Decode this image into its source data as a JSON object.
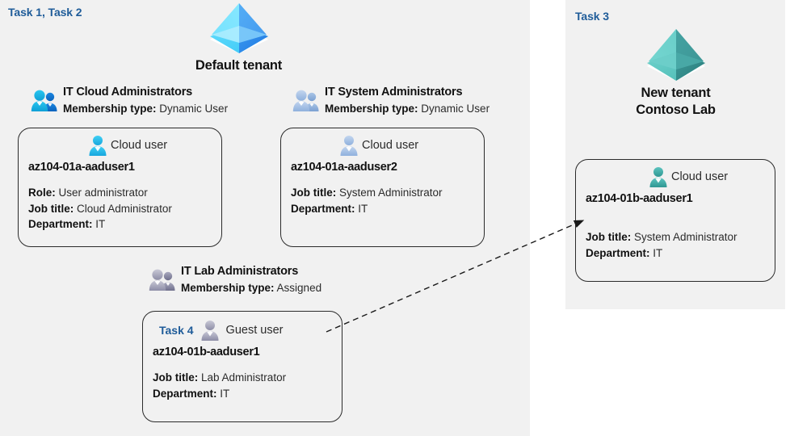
{
  "left_panel": {
    "task_label": "Task 1, Task 2",
    "tenant": {
      "icon": "azure-tenant-icon",
      "caption": "Default tenant"
    },
    "groups": [
      {
        "icon": "group-users-icon",
        "name": "IT Cloud Administrators",
        "membership_label": "Membership type:",
        "membership_value": "Dynamic User",
        "user": {
          "icon": "cloud-user-icon",
          "type": "Cloud user",
          "username": "az104-01a-aaduser1",
          "attributes": [
            {
              "label": "Role:",
              "value": "User administrator"
            },
            {
              "label": "Job title:",
              "value": "Cloud Administrator"
            },
            {
              "label": "Department:",
              "value": "IT"
            }
          ]
        }
      },
      {
        "icon": "group-users-icon",
        "name": "IT System Administrators",
        "membership_label": "Membership type:",
        "membership_value": "Dynamic User",
        "user": {
          "icon": "cloud-user-icon",
          "type": "Cloud user",
          "username": "az104-01a-aaduser2",
          "attributes": [
            {
              "label": "Job title:",
              "value": "System Administrator"
            },
            {
              "label": "Department:",
              "value": "IT"
            }
          ]
        }
      },
      {
        "icon": "group-users-icon",
        "name": "IT Lab Administrators",
        "membership_label": "Membership type:",
        "membership_value": "Assigned",
        "user": {
          "icon": "guest-user-icon",
          "task_label": "Task 4",
          "type": "Guest user",
          "username": "az104-01b-aaduser1",
          "attributes": [
            {
              "label": "Job title:",
              "value": "Lab Administrator"
            },
            {
              "label": "Department:",
              "value": "IT"
            }
          ]
        }
      }
    ]
  },
  "right_panel": {
    "task_label": "Task 3",
    "tenant": {
      "icon": "azure-tenant-icon",
      "caption_line1": "New  tenant",
      "caption_line2": "Contoso Lab"
    },
    "user": {
      "icon": "cloud-user-icon",
      "type": "Cloud user",
      "username": "az104-01b-aaduser1",
      "attributes": [
        {
          "label": "Job title:",
          "value": "System Administrator"
        },
        {
          "label": "Department:",
          "value": "IT"
        }
      ]
    }
  },
  "connector": {
    "name": "guest-invite-arrow",
    "style": "dashed-arrow"
  },
  "colors": {
    "panel_background": "#f1f1f1",
    "page_background": "#ffffff",
    "task_accent": "#1f5c99",
    "default_tenant_blue": "#3fc3f7",
    "new_tenant_teal": "#49b3ae",
    "card_border": "#2b2b2b",
    "text_primary": "#111111",
    "text_secondary": "#2b2b2b"
  }
}
